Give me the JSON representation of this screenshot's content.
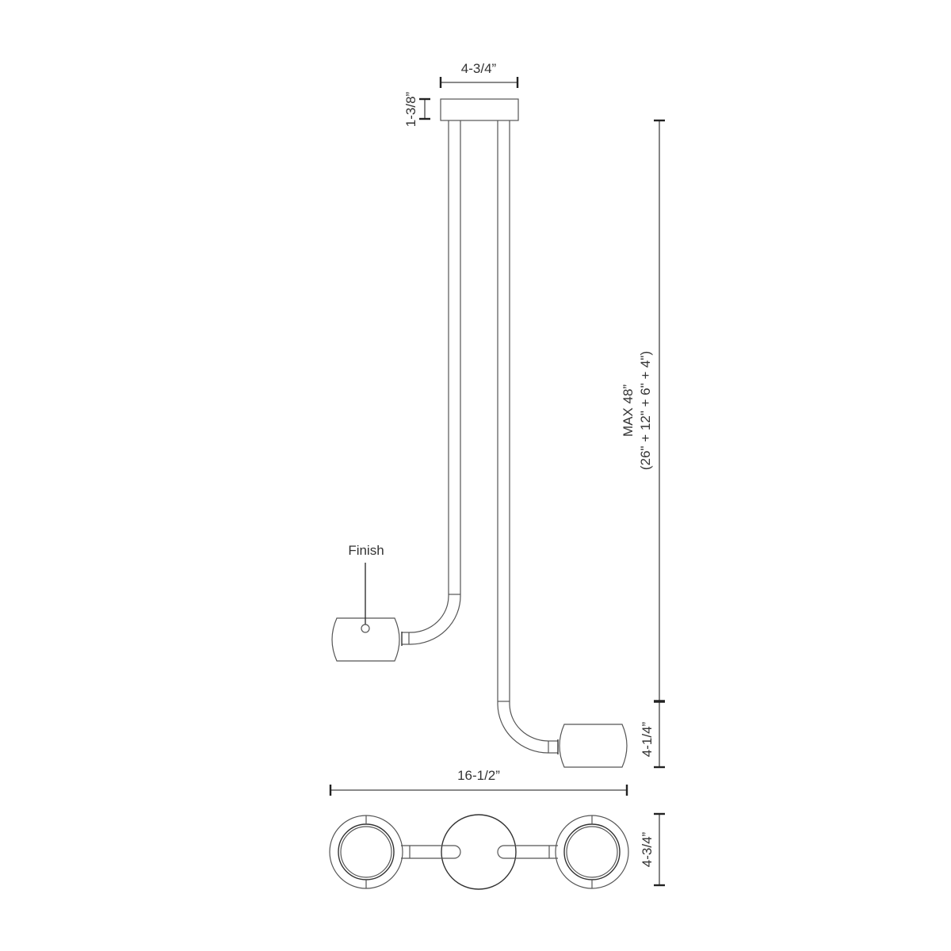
{
  "drawing": {
    "title": "Pendant fixture dimension drawing",
    "dimensions": {
      "canopy_width": "4-3/4”",
      "canopy_height": "1-3/8”",
      "max_height_line1": "MAX 48”",
      "max_height_line2": "(26\" + 12\" + 6\" + 4\")",
      "head_height": "4-1/4”",
      "overall_width": "16-1/2”",
      "bottom_depth": "4-3/4”"
    },
    "callouts": {
      "finish": "Finish"
    },
    "colors": {
      "line": "#555555",
      "text": "#333333",
      "background": "#ffffff"
    }
  }
}
